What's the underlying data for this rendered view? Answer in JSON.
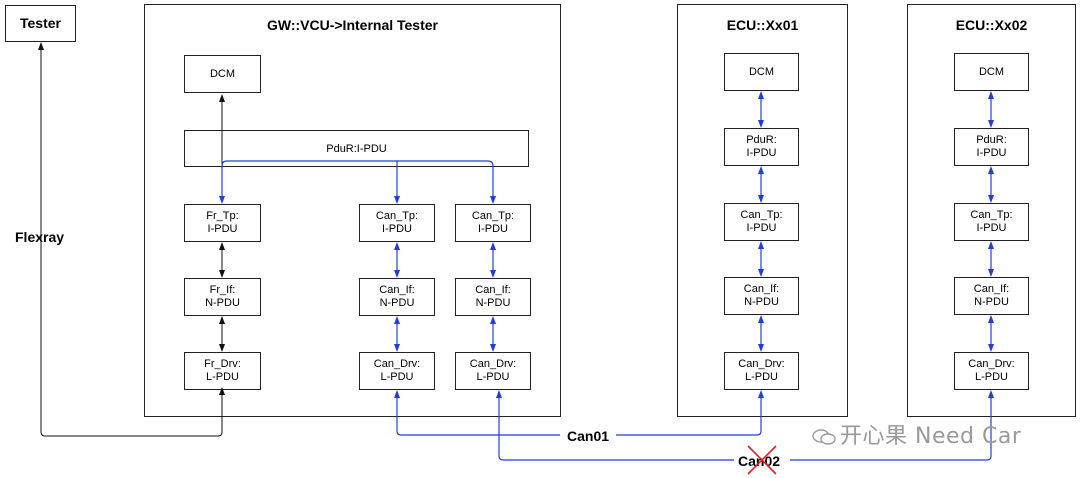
{
  "tester": {
    "label": "Tester"
  },
  "flexray_label": "Flexray",
  "gateway": {
    "title": "GW::VCU->Internal Tester",
    "dcm": "DCM",
    "pdur": "PduR:I-PDU",
    "fr_tp": [
      "Fr_Tp:",
      "I-PDU"
    ],
    "fr_if": [
      "Fr_If:",
      "N-PDU"
    ],
    "fr_drv": [
      "Fr_Drv:",
      "L-PDU"
    ],
    "can_tp_1": [
      "Can_Tp:",
      "I-PDU"
    ],
    "can_if_1": [
      "Can_If:",
      "N-PDU"
    ],
    "can_drv_1": [
      "Can_Drv:",
      "L-PDU"
    ],
    "can_tp_2": [
      "Can_Tp:",
      "I-PDU"
    ],
    "can_if_2": [
      "Can_If:",
      "N-PDU"
    ],
    "can_drv_2": [
      "Can_Drv:",
      "L-PDU"
    ]
  },
  "ecu1": {
    "title": "ECU::Xx01",
    "dcm": "DCM",
    "pdur": [
      "PduR:",
      "I-PDU"
    ],
    "can_tp": [
      "Can_Tp:",
      "I-PDU"
    ],
    "can_if": [
      "Can_If:",
      "N-PDU"
    ],
    "can_drv": [
      "Can_Drv:",
      "L-PDU"
    ]
  },
  "ecu2": {
    "title": "ECU::Xx02",
    "dcm": "DCM",
    "pdur": [
      "PduR:",
      "I-PDU"
    ],
    "can_tp": [
      "Can_Tp:",
      "I-PDU"
    ],
    "can_if": [
      "Can_If:",
      "N-PDU"
    ],
    "can_drv": [
      "Can_Drv:",
      "L-PDU"
    ]
  },
  "buses": {
    "can01": "Can01",
    "can02": "Can02"
  },
  "watermark": "开心果 Need Car",
  "colors": {
    "blue_link": "#1f3fd8",
    "black_link": "#111111",
    "cross": "#e02020"
  }
}
